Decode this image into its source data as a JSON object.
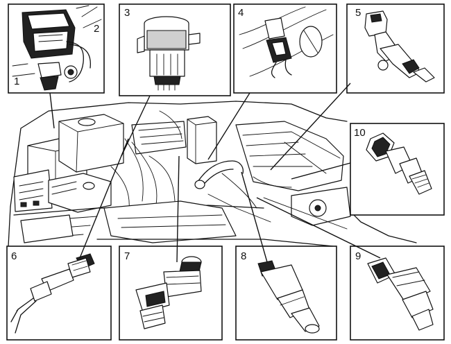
{
  "callouts": {
    "n1": "1",
    "n2": "2",
    "n3": "3",
    "n4": "4",
    "n5": "5",
    "n6": "6",
    "n7": "7",
    "n8": "8",
    "n9": "9",
    "n10": "10"
  },
  "components": [
    {
      "id": "1",
      "icon": "manifold-pressure-sensor-icon"
    },
    {
      "id": "2",
      "icon": "sensor-connector-icon"
    },
    {
      "id": "3",
      "icon": "idle-control-valve-icon"
    },
    {
      "id": "4",
      "icon": "throttle-position-sensor-icon"
    },
    {
      "id": "5",
      "icon": "camshaft-position-sensor-icon"
    },
    {
      "id": "6",
      "icon": "oxygen-sensor-icon"
    },
    {
      "id": "7",
      "icon": "fuel-injector-icon"
    },
    {
      "id": "8",
      "icon": "idle-speed-actuator-icon"
    },
    {
      "id": "9",
      "icon": "temperature-sensor-icon"
    },
    {
      "id": "10",
      "icon": "coolant-temperature-sensor-icon"
    }
  ]
}
